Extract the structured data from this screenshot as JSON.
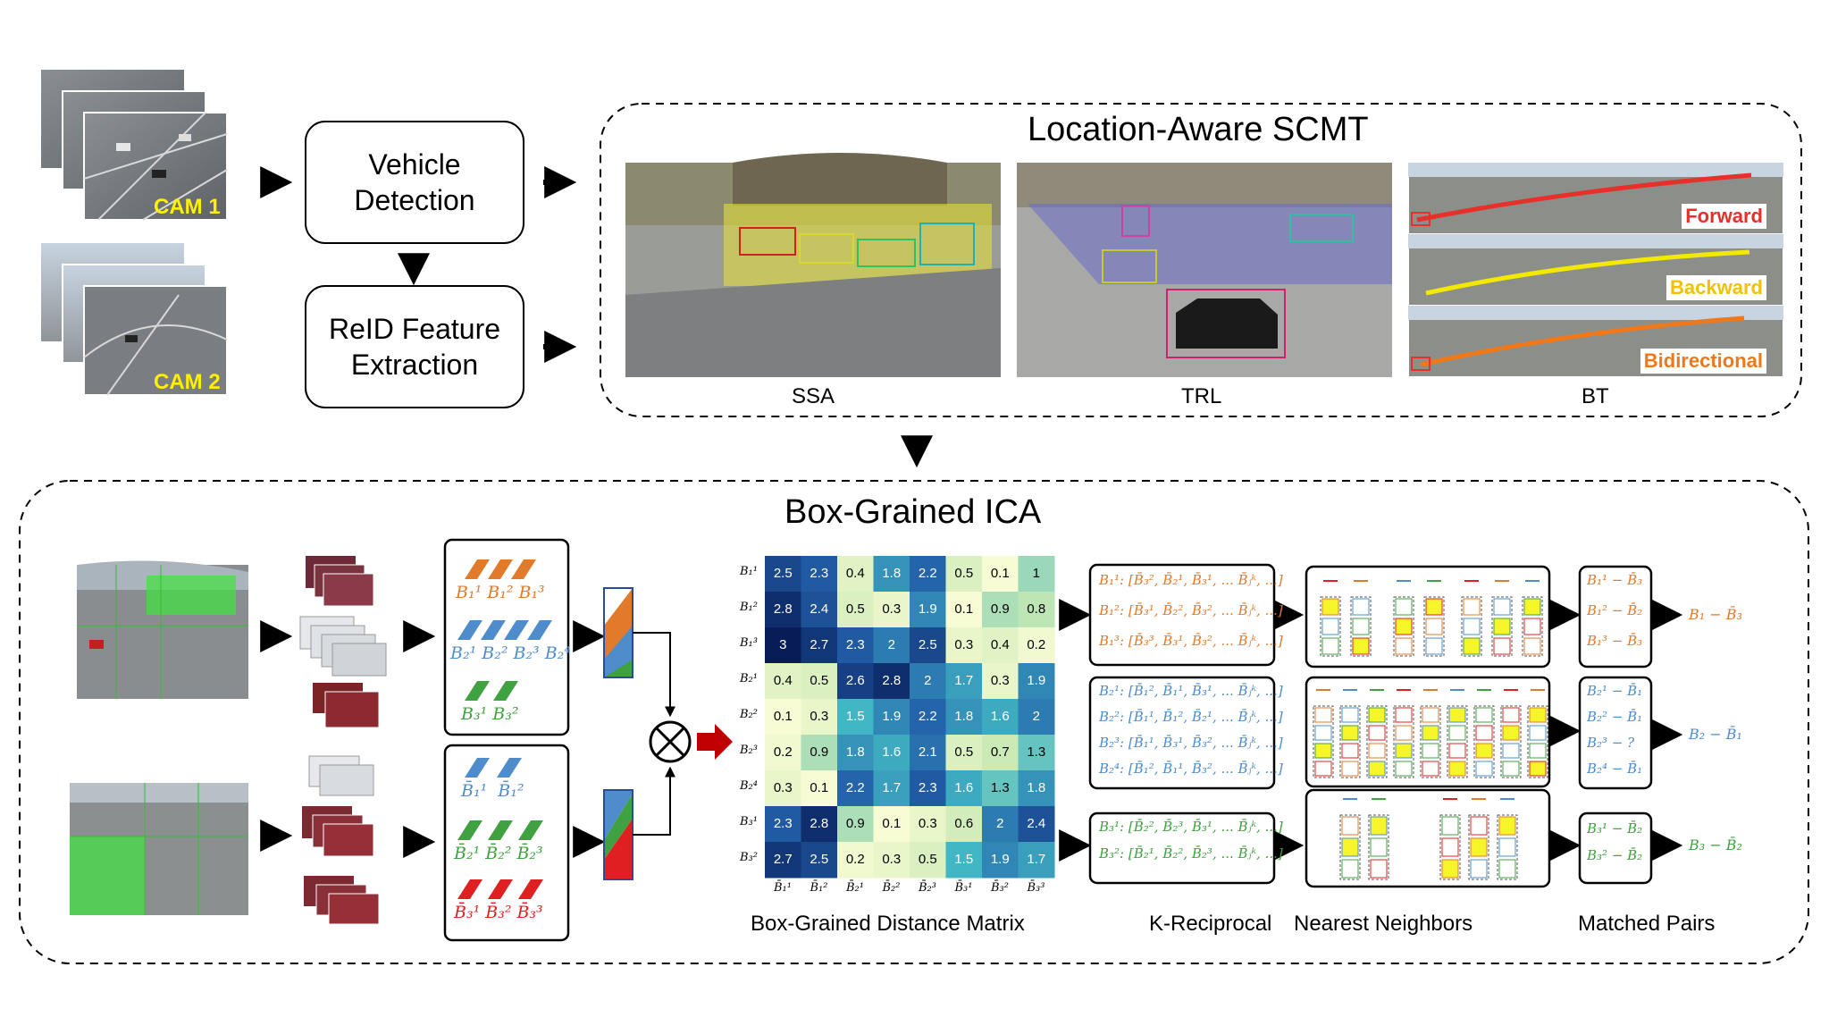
{
  "cameras": [
    {
      "label": "CAM 1"
    },
    {
      "label": "CAM 2"
    }
  ],
  "pipeline": {
    "detection": [
      "Vehicle",
      "Detection"
    ],
    "reid": [
      "ReID Feature",
      "Extraction"
    ]
  },
  "scmt": {
    "title": "Location-Aware SCMT",
    "panels": [
      {
        "caption": "SSA"
      },
      {
        "caption": "TRL"
      },
      {
        "caption": "BT"
      }
    ],
    "bt_tags": [
      {
        "label": "Forward",
        "color": "#e8302a"
      },
      {
        "label": "Backward",
        "color": "#f2c200"
      },
      {
        "label": "Bidirectional",
        "color": "#f07818"
      }
    ]
  },
  "ica": {
    "title": "Box-Grained ICA",
    "captions": {
      "matrix": "Box-Grained Distance Matrix",
      "knn_k": "K-Reciprocal",
      "knn_nn": "Nearest Neighbors",
      "pairs": "Matched Pairs"
    }
  },
  "colors": {
    "orange": "#e27a2b",
    "blue": "#4f8ccb",
    "green": "#3fa13f",
    "red": "#e02020",
    "highlight": "#f5f52a",
    "arrow_red": "#c00000"
  },
  "chart_data": {
    "type": "heatmap",
    "rows": [
      "B₁¹",
      "B₁²",
      "B₁³",
      "B₂¹",
      "B₂²",
      "B₂³",
      "B₂⁴",
      "B₃¹",
      "B₃²"
    ],
    "cols": [
      "B̄₁¹",
      "B̄₁²",
      "B̄₂¹",
      "B̄₂²",
      "B̄₂³",
      "B̄₃¹",
      "B̄₃²",
      "B̄₃³"
    ],
    "values": [
      [
        2.5,
        2.3,
        0.4,
        1.8,
        2.2,
        0.5,
        0.1,
        1
      ],
      [
        2.8,
        2.4,
        0.5,
        0.3,
        1.9,
        0.1,
        0.9,
        0.8
      ],
      [
        3,
        2.7,
        2.3,
        2,
        2.5,
        0.3,
        0.4,
        0.2
      ],
      [
        0.4,
        0.5,
        2.6,
        2.8,
        2,
        1.7,
        0.3,
        1.9
      ],
      [
        0.1,
        0.3,
        1.5,
        1.9,
        2.2,
        1.8,
        1.6,
        2
      ],
      [
        0.2,
        0.9,
        1.8,
        1.6,
        2.1,
        0.5,
        0.7,
        1.3
      ],
      [
        0.3,
        0.1,
        2.2,
        1.7,
        2.3,
        1.6,
        1.3,
        1.8
      ],
      [
        2.3,
        2.8,
        0.9,
        0.1,
        0.3,
        0.6,
        2,
        2.4
      ],
      [
        2.7,
        2.5,
        0.2,
        0.3,
        0.5,
        1.5,
        1.9,
        1.7
      ]
    ],
    "colormap": "YlGnBu",
    "range": [
      0,
      3
    ]
  },
  "knn": {
    "group1": [
      "B₁¹: [B̄₃², B̄₂¹, B̄₃¹, ... B̄ⱼᵏ, ...]",
      "B₁²: [B̄₃¹, B̄₂², B̄₃², ... B̄ⱼᵏ, ...]",
      "B₁³: [B̄₃³, B̄₃¹, B̄₃², ... B̄ⱼᵏ, ...]"
    ],
    "group2": [
      "B₂¹: [B̄₁², B̄₁¹, B̄₃¹, ... B̄ⱼᵏ, ...]",
      "B₂²: [B̄₁¹, B̄₁², B̄₂¹, ... B̄ⱼᵏ, ...]",
      "B₂³: [B̄₁¹, B̄₃¹, B̄₃², ... B̄ⱼᵏ, ...]",
      "B₂⁴: [B̄₁², B̄₁¹, B̄₃², ... B̄ⱼᵏ, ...]"
    ],
    "group3": [
      "B₃¹: [B̄₂², B̄₂³, B̄₃¹, ... B̄ⱼᵏ, ...]",
      "B₃²: [B̄₂¹, B̄₂², B̄₂³, ... B̄ⱼᵏ, ...]"
    ]
  },
  "matched": {
    "group1": [
      "B₁¹ − B̄₃",
      "B₁² − B̄₂",
      "B₁³ − B̄₃"
    ],
    "group2": [
      "B₂¹ − B̄₁",
      "B₂² − B̄₁",
      "B₂³ − ?",
      "B₂⁴ − B̄₁"
    ],
    "group3": [
      "B₃¹ − B̄₂",
      "B₃² − B̄₂"
    ],
    "final": [
      "B₁ − B̄₃",
      "B₂ − B̄₁",
      "B₃ − B̄₂"
    ]
  }
}
